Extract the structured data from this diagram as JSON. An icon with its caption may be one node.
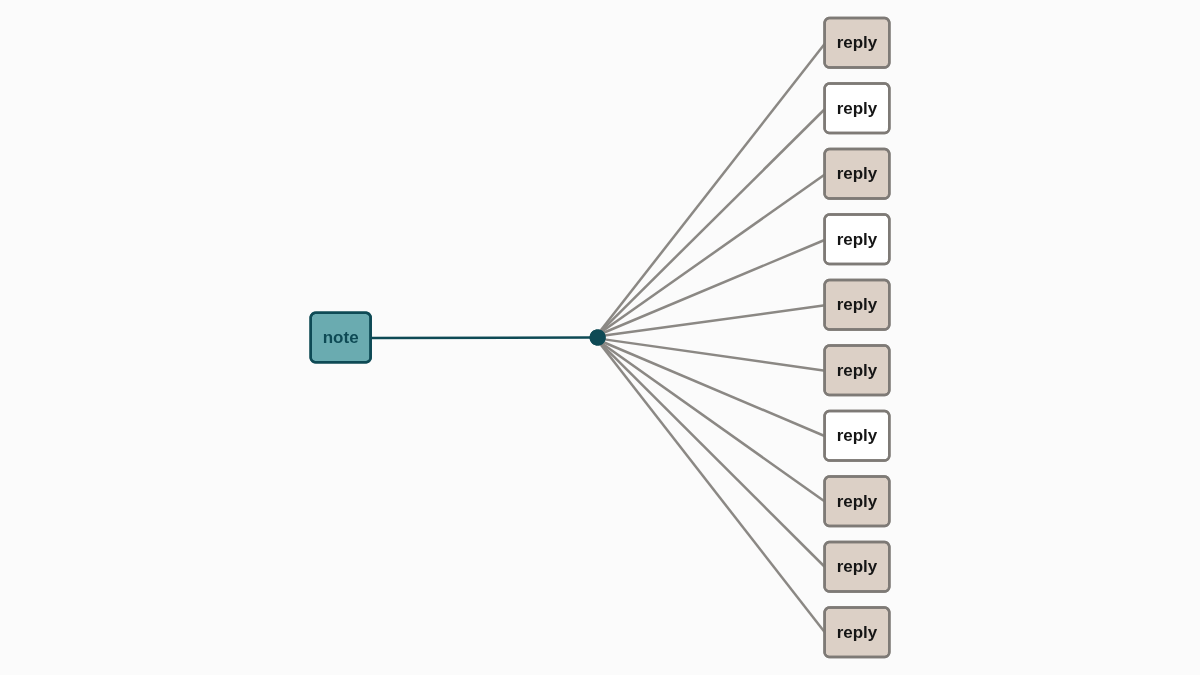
{
  "diagram": {
    "nodes": [
      {
        "text": [
          "note"
        ]
      },
      {
        "text": [],
        "shape": "circle"
      },
      {
        "text": [
          "reply"
        ]
      },
      {
        "text": [
          "reply"
        ]
      },
      {
        "text": [
          "reply"
        ]
      },
      {
        "text": [
          "reply"
        ]
      },
      {
        "text": [
          "reply"
        ]
      },
      {
        "text": [
          "reply"
        ]
      },
      {
        "text": [
          "reply"
        ]
      },
      {
        "text": [
          "reply"
        ]
      },
      {
        "text": [
          "reply"
        ]
      },
      {
        "text": [
          "reply"
        ]
      }
    ],
    "edges": [
      {
        "from": 0,
        "to": 1,
        "arrow": "none",
        "color": "#0e4a55"
      },
      {
        "from": 1,
        "to": 2,
        "arrow": "none"
      },
      {
        "from": 1,
        "to": 3,
        "arrow": "none"
      },
      {
        "from": 1,
        "to": 4,
        "arrow": "none"
      },
      {
        "from": 1,
        "to": 5,
        "arrow": "none"
      },
      {
        "from": 1,
        "to": 6,
        "arrow": "none"
      },
      {
        "from": 1,
        "to": 7,
        "arrow": "none"
      },
      {
        "from": 1,
        "to": 8,
        "arrow": "none"
      },
      {
        "from": 1,
        "to": 9,
        "arrow": "none"
      },
      {
        "from": 1,
        "to": 10,
        "arrow": "none"
      },
      {
        "from": 1,
        "to": 11,
        "arrow": "none"
      }
    ]
  }
}
